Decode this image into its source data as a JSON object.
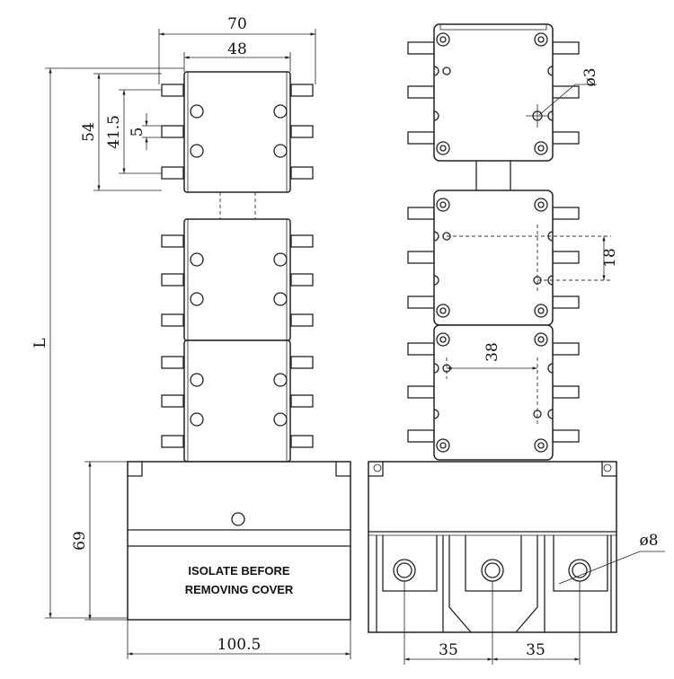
{
  "dimensions": {
    "w70": "70",
    "w48": "48",
    "h54": "54",
    "h41_5": "41.5",
    "h5": "5",
    "L": "L",
    "h69": "69",
    "w100_5": "100.5",
    "d3": "ø3",
    "d18": "18",
    "d38": "38",
    "d8": "ø8",
    "p35a": "35",
    "p35b": "35"
  },
  "cover": {
    "warning_line1": "ISOLATE BEFORE",
    "warning_line2": "REMOVING COVER"
  }
}
